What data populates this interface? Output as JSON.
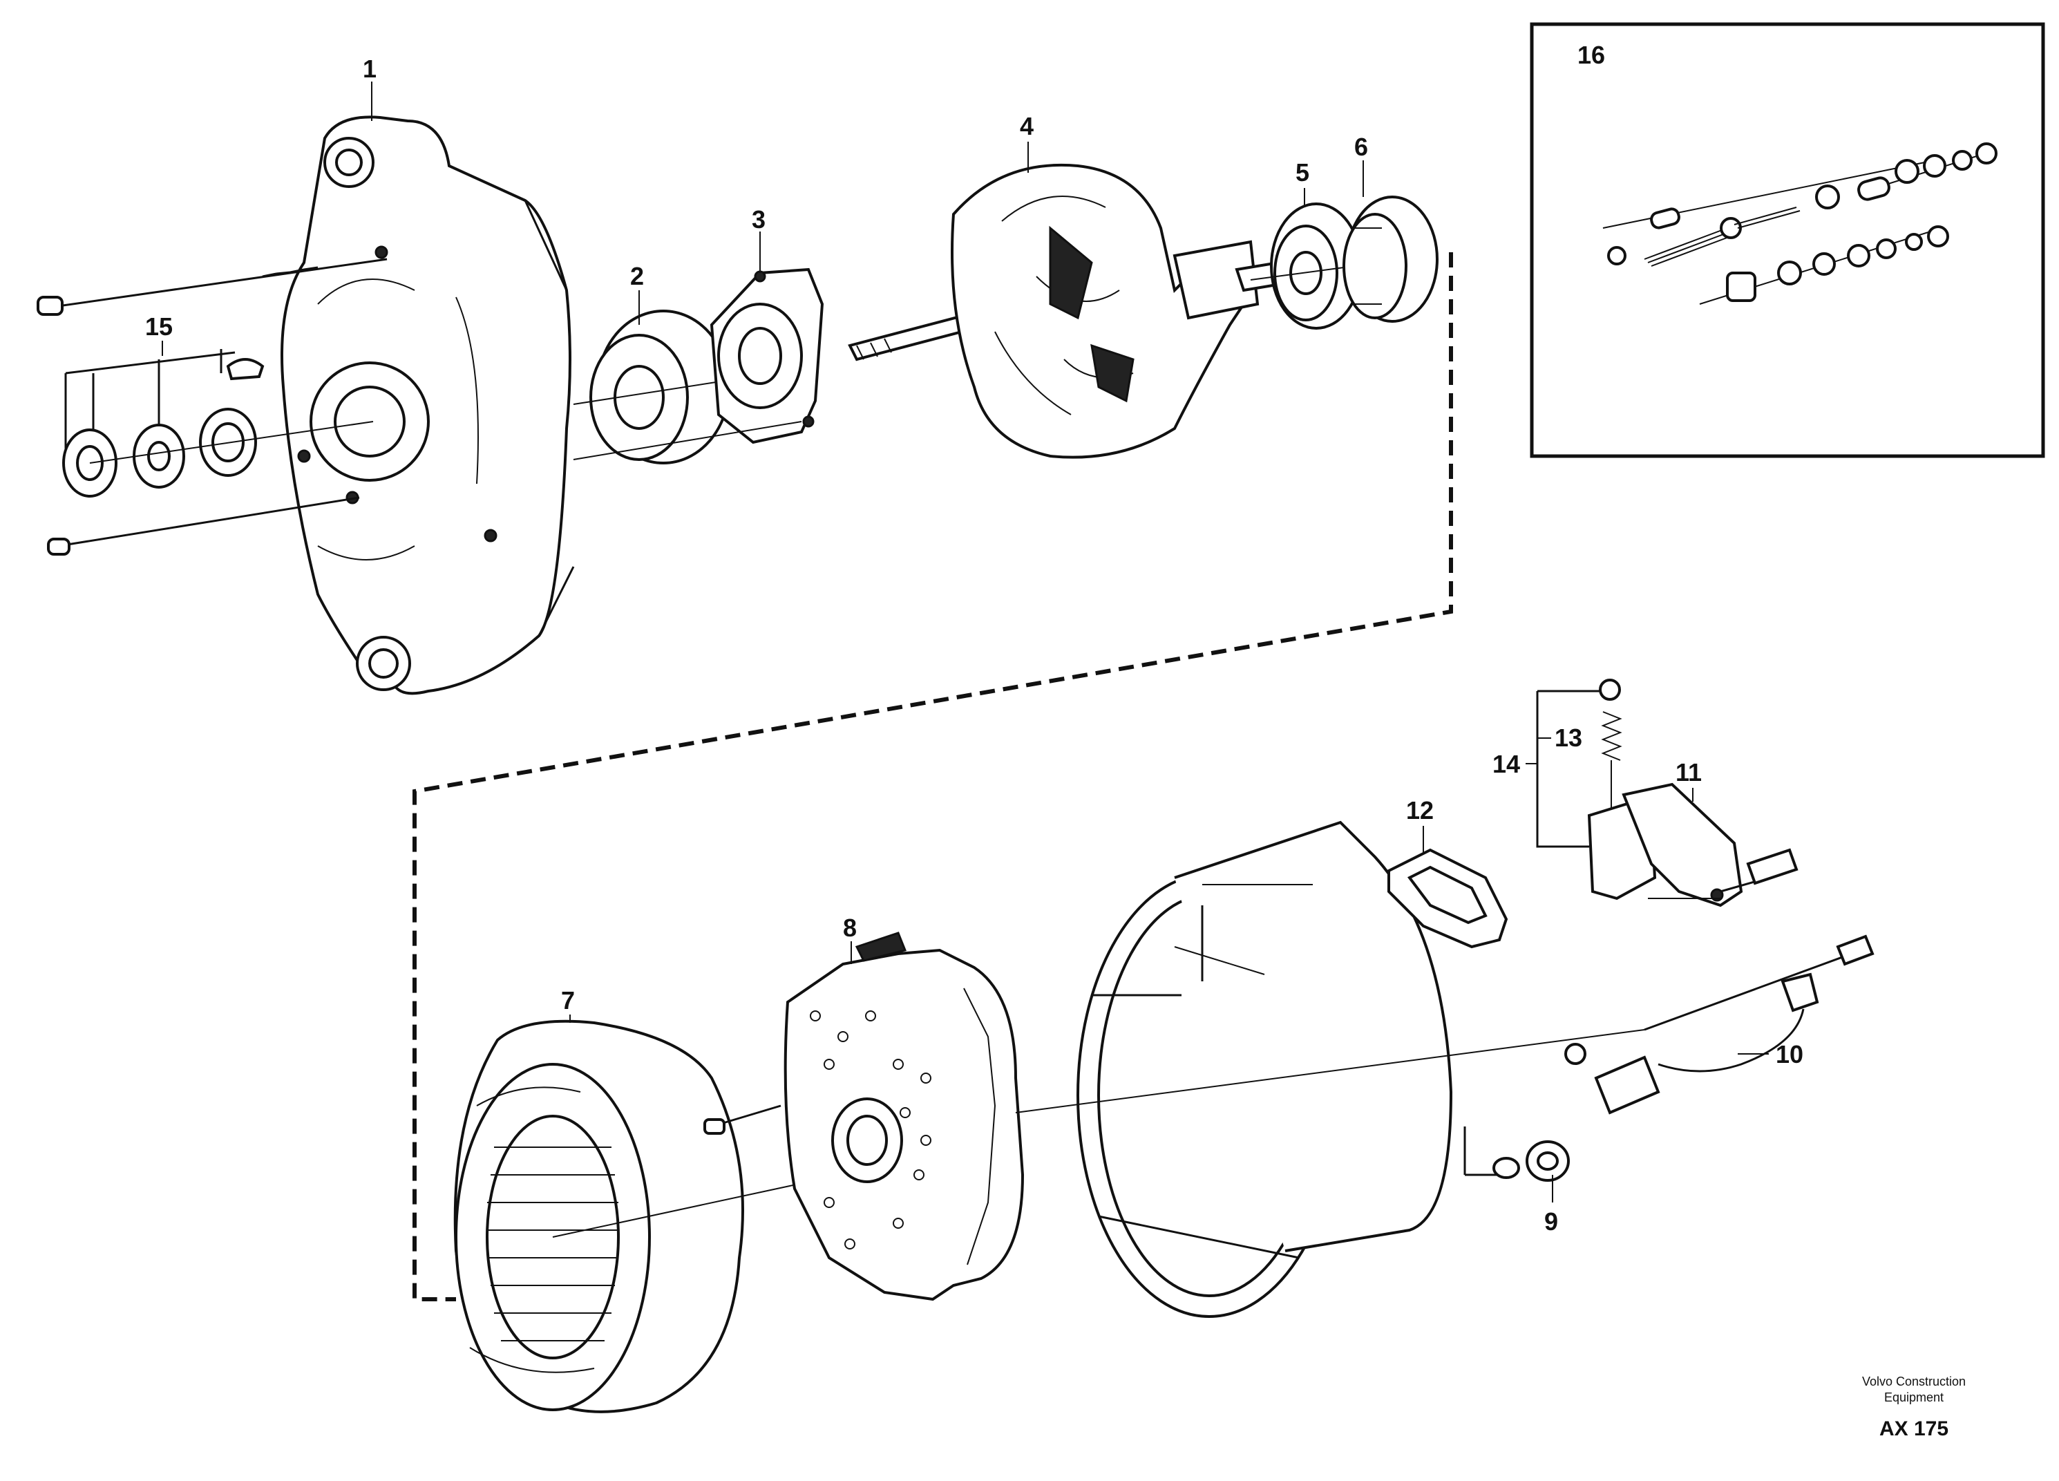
{
  "diagram": {
    "labels": {
      "l1": "1",
      "l2": "2",
      "l3": "3",
      "l4": "4",
      "l5": "5",
      "l6": "6",
      "l7": "7",
      "l8": "8",
      "l9": "9",
      "l10": "10",
      "l11": "11",
      "l12": "12",
      "l13": "13",
      "l14": "14",
      "l15": "15",
      "l16": "16"
    },
    "footer": {
      "company_line1": "Volvo Construction",
      "company_line2": "Equipment",
      "code": "AX 175"
    }
  }
}
